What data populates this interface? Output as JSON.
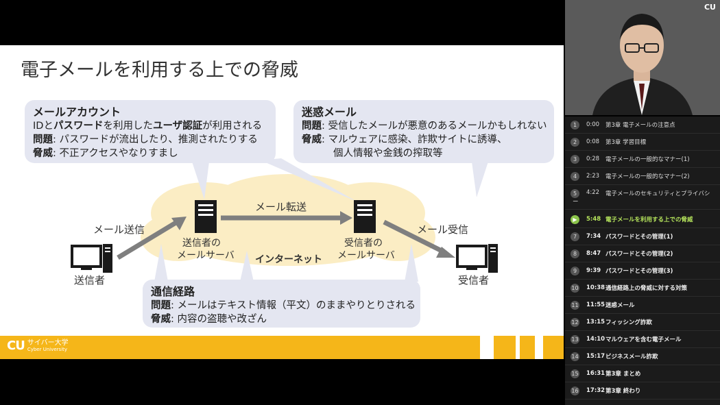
{
  "slide": {
    "title": "電子メールを利用する上での脅威",
    "account_box": {
      "head": "メールアカウント",
      "l1": {
        "a": "IDと",
        "b": "パスワード",
        "c": "を利用した",
        "d": "ユーザ認証",
        "e": "が利用される"
      },
      "l2": {
        "k": "問題",
        "t": ": パスワードが流出したり、推測されたりする"
      },
      "l3": {
        "k": "脅威",
        "t": ": 不正アクセスやなりすまし"
      }
    },
    "spam_box": {
      "head": "迷惑メール",
      "l1": {
        "k": "問題",
        "t": ": 受信したメールが悪意のあるメールかもしれない"
      },
      "l2": {
        "k": "脅威",
        "t": ": マルウェアに感染、詐欺サイトに誘導、"
      },
      "l3": "個人情報や金銭の搾取等"
    },
    "route_box": {
      "head": "通信経路",
      "l1": {
        "k": "問題",
        "t": ": メールはテキスト情報（平文）のままやりとりされる"
      },
      "l2": {
        "k": "脅威",
        "t": ": 内容の盗聴や改ざん"
      }
    },
    "diagram": {
      "send_mail": "メール送信",
      "transfer": "メール転送",
      "receive_mail": "メール受信",
      "sender_server_1": "送信者の",
      "sender_server_2": "メールサーバ",
      "receiver_server_1": "受信者の",
      "receiver_server_2": "メールサーバ",
      "internet": "インターネット",
      "sender": "送信者",
      "receiver": "受信者"
    },
    "logo": {
      "mark": "CU",
      "jp": "サイバー大学",
      "en": "Cyber University"
    },
    "colors": {
      "accent": "#f5b619",
      "bubble": "#e4e6f1",
      "arrow": "#7f7f7f",
      "cloud": "#fbedc4"
    }
  },
  "video": {
    "mark": "CU"
  },
  "chapters": [
    {
      "num": "1",
      "time": "0:00",
      "title": "第3章 電子メールの注意点"
    },
    {
      "num": "2",
      "time": "0:08",
      "title": "第3章 学習目標"
    },
    {
      "num": "3",
      "time": "0:28",
      "title": "電子メールの一般的なマナー(1)"
    },
    {
      "num": "4",
      "time": "2:23",
      "title": "電子メールの一般的なマナー(2)"
    },
    {
      "num": "5",
      "time": "4:22",
      "title": "電子メールのセキュリティとプライバシ",
      "title2": "ー"
    },
    {
      "num": "▶",
      "time": "5:48",
      "title": "電子メールを利用する上での脅威"
    },
    {
      "num": "7",
      "time": "7:34",
      "title": "パスワードとその管理(1)"
    },
    {
      "num": "8",
      "time": "8:47",
      "title": "パスワードとその管理(2)"
    },
    {
      "num": "9",
      "time": "9:39",
      "title": "パスワードとその管理(3)"
    },
    {
      "num": "10",
      "time": "10:38",
      "title": "通信経路上の脅威に対する対策"
    },
    {
      "num": "11",
      "time": "11:55",
      "title": "迷惑メール"
    },
    {
      "num": "12",
      "time": "13:15",
      "title": "フィッシング詐欺"
    },
    {
      "num": "13",
      "time": "14:10",
      "title": "マルウェアを含む電子メール"
    },
    {
      "num": "14",
      "time": "15:17",
      "title": "ビジネスメール詐欺"
    },
    {
      "num": "15",
      "time": "16:31",
      "title": "第3章 まとめ"
    },
    {
      "num": "16",
      "time": "17:32",
      "title": "第3章 終わり"
    }
  ]
}
